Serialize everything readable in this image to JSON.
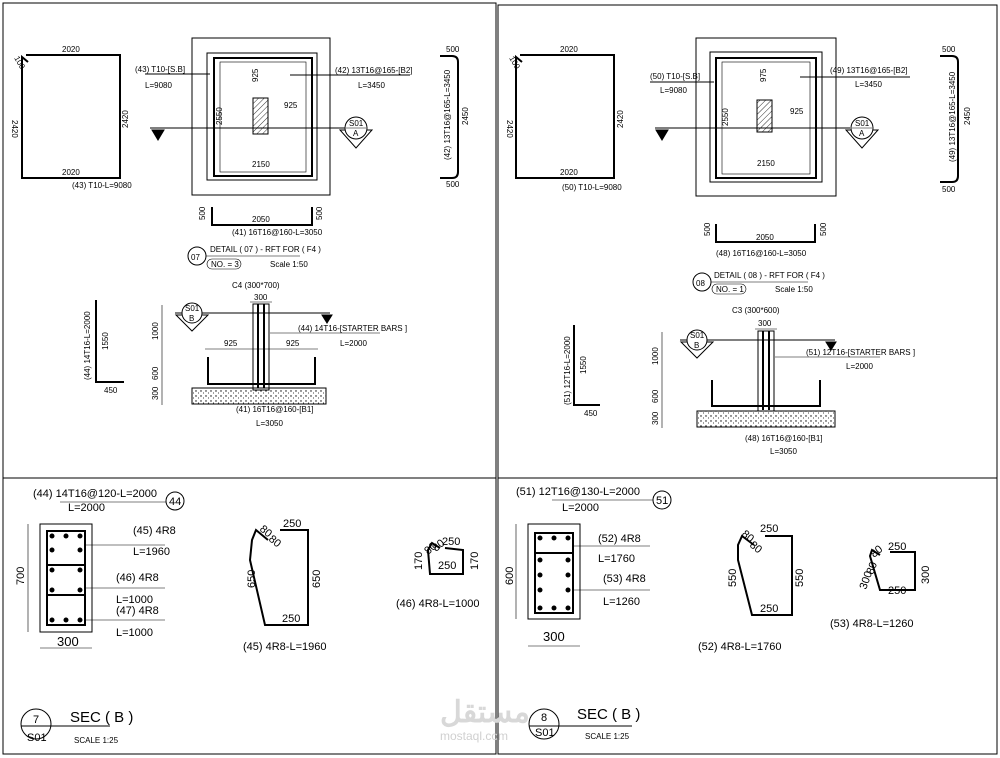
{
  "left": {
    "detail": {
      "top_len": "2020",
      "bot_len": "2020",
      "left_len": "2420",
      "right_len": "2420",
      "hook": "100",
      "bar_label": "(43) T10-L=9080",
      "call_a": "(43) T10-[S.B]",
      "call_a2": "L=9080",
      "call_b": "(42) 13T16@165-[B2]",
      "call_b2": "L=3450",
      "d925a": "925",
      "d925b": "925",
      "d2550": "2550",
      "d2150": "2150",
      "sec_tag": "S01",
      "sec_letter": "A",
      "side_top": "500",
      "side_bot": "500",
      "side_mid": "2450",
      "side_label": "(42) 13T16@165-L=3450",
      "ubar_l": "500",
      "ubar_r": "500",
      "ubar_w": "2050",
      "ubar_label": "(41) 16T16@160-L=3050",
      "num": "07",
      "title": "DETAIL ( 07 ) - RFT FOR ( F4 )",
      "no": "NO. = 3",
      "scale": "Scale 1:50"
    },
    "column": {
      "title": "C4 (300*700)",
      "width": "300",
      "tag": "S01",
      "tag_letter": "B",
      "h1000": "1000",
      "h600": "600",
      "h300": "300",
      "w925a": "925",
      "w925b": "925",
      "starter": "(44) 14T16-[STARTER BARS ]",
      "starter_l": "L=2000",
      "bottom": "(41) 16T16@160-[B1]",
      "bottom_l": "L=3050",
      "lbar_label": "(44) 14T16-L=2000",
      "lbar_h": "1550",
      "lbar_w": "450"
    },
    "section": {
      "call_main": "(44) 14T16@120-L=2000",
      "call_main_l": "L=2000",
      "circle": "44",
      "a": "(45) 4R8",
      "a_l": "L=1960",
      "b": "(46) 4R8",
      "b_l": "L=1000",
      "c": "(47) 4R8",
      "c_l": "L=1000",
      "h": "700",
      "w": "300",
      "stir_top": "250",
      "stir_hook1": "80",
      "stir_hook2": "80",
      "stir_left": "650",
      "stir_right": "650",
      "stir_bot": "250",
      "stir_label": "(45) 4R8-L=1960",
      "sm_top": "250",
      "sm_hook1": "80",
      "sm_hook2": "80",
      "sm_left": "170",
      "sm_right": "170",
      "sm_bot": "250",
      "sm_label": "(46) 4R8-L=1000",
      "num": "7",
      "tag": "S01",
      "sec_title": "SEC ( B )",
      "scale": "SCALE 1:25"
    }
  },
  "right": {
    "detail": {
      "top_len": "2020",
      "bot_len": "2020",
      "left_len": "2420",
      "right_len": "2420",
      "hook": "100",
      "bar_label": "(50) T10-L=9080",
      "call_a": "(50) T10-[S.B]",
      "call_a2": "L=9080",
      "call_b": "(49) 13T16@165-[B2]",
      "call_b2": "L=3450",
      "d925a": "975",
      "d925b": "925",
      "d2550": "2550",
      "d2150": "2150",
      "sec_tag": "S01",
      "sec_letter": "A",
      "side_top": "500",
      "side_bot": "500",
      "side_mid": "2450",
      "side_label": "(49) 13T16@165-L=3450",
      "ubar_l": "500",
      "ubar_r": "500",
      "ubar_w": "2050",
      "ubar_label": "(48) 16T16@160-L=3050",
      "num": "08",
      "title": "DETAIL ( 08 ) - RFT FOR ( F4 )",
      "no": "NO. = 1",
      "scale": "Scale 1:50"
    },
    "column": {
      "title": "C3 (300*600)",
      "width": "300",
      "tag": "S01",
      "tag_letter": "B",
      "h1000": "1000",
      "h600": "600",
      "h300": "300",
      "starter": "(51) 12T16-[STARTER BARS ]",
      "starter_l": "L=2000",
      "bottom": "(48) 16T16@160-[B1]",
      "bottom_l": "L=3050",
      "lbar_label": "(51) 12T16-L=2000",
      "lbar_h": "1550",
      "lbar_w": "450"
    },
    "section": {
      "call_main": "(51) 12T16@130-L=2000",
      "call_main_l": "L=2000",
      "circle": "51",
      "a": "(52) 4R8",
      "a_l": "L=1760",
      "b": "(53) 4R8",
      "b_l": "L=1260",
      "h": "600",
      "w": "300",
      "stir_top": "250",
      "stir_hook1": "80",
      "stir_hook2": "80",
      "stir_left": "550",
      "stir_right": "550",
      "stir_bot": "250",
      "stir_label": "(52) 4R8-L=1760",
      "sm_top": "250",
      "sm_hook1": "80",
      "sm_hook2": "80",
      "sm_left": "300",
      "sm_right": "300",
      "sm_bot": "250",
      "sm_label": "(53) 4R8-L=1260",
      "num": "8",
      "tag": "S01",
      "sec_title": "SEC ( B )",
      "scale": "SCALE 1:25"
    }
  },
  "watermark": {
    "logo": "مستقل",
    "site": "mostaql.com"
  }
}
